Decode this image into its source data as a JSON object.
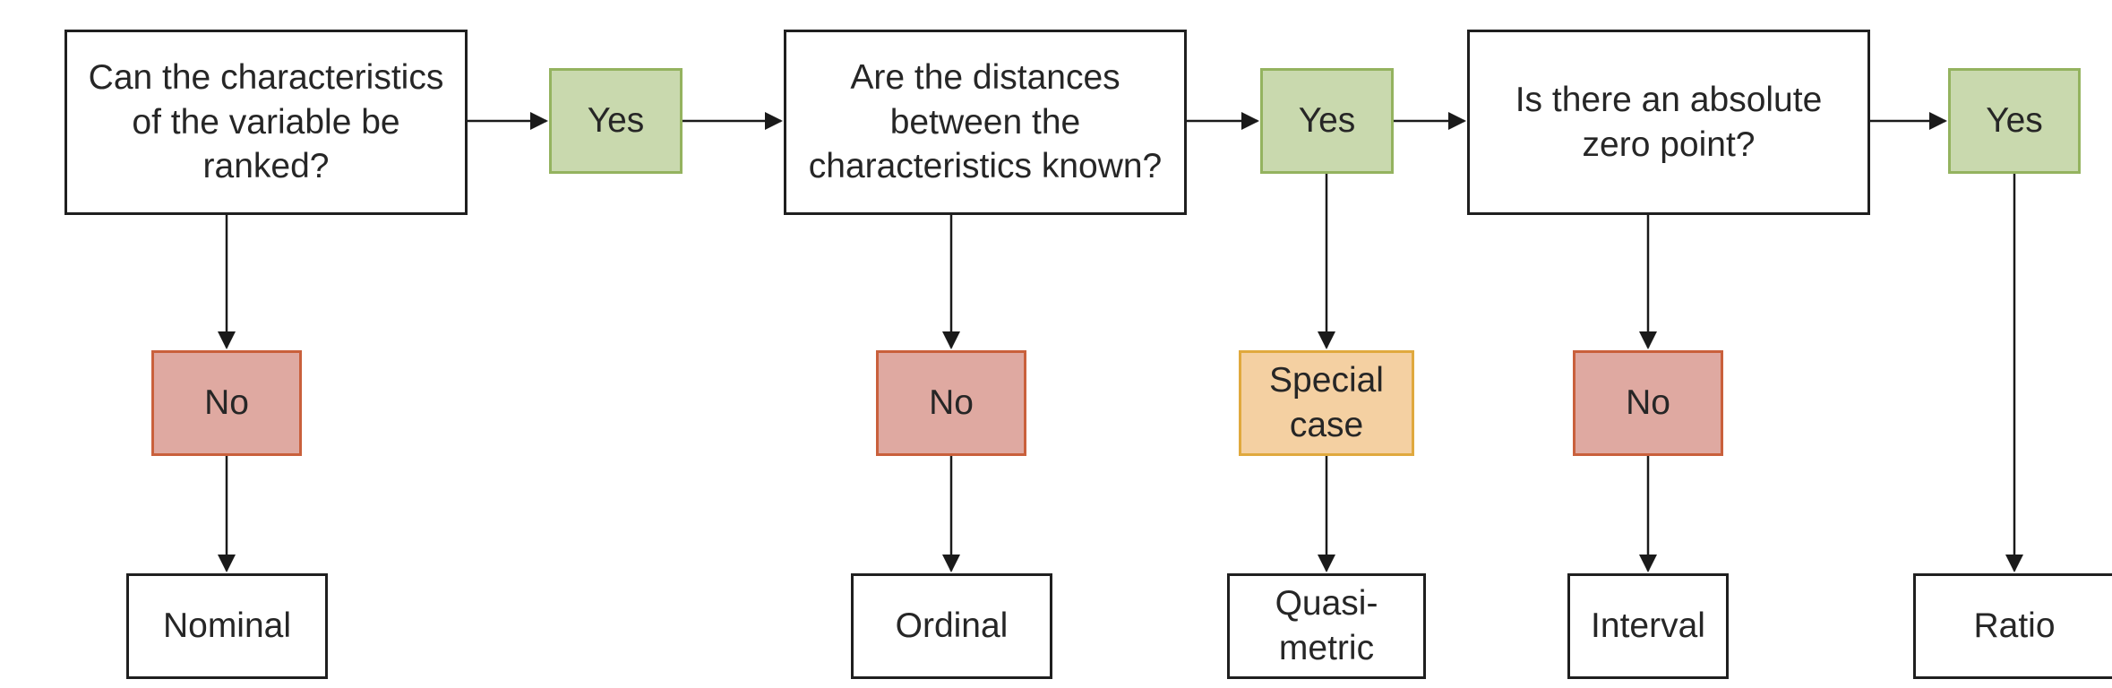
{
  "colors": {
    "yes_fill": "#c9d9ae",
    "yes_border": "#94b35f",
    "no_fill": "#dfa9a1",
    "no_border": "#c9603c",
    "special_fill": "#f4d0a2",
    "special_border": "#e0a93e",
    "box_border": "#1f1f1f",
    "text": "#262626",
    "arrow": "#1a1a1a",
    "bg": "#ffffff"
  },
  "nodes": {
    "question1": {
      "label": "Can the characteristics of the variable be ranked?",
      "type": "question"
    },
    "yes1": {
      "label": "Yes",
      "type": "yes"
    },
    "question2": {
      "label": "Are the distances between the characteristics known?",
      "type": "question"
    },
    "yes2": {
      "label": "Yes",
      "type": "yes"
    },
    "question3": {
      "label": "Is there an absolute zero point?",
      "type": "question"
    },
    "yes3": {
      "label": "Yes",
      "type": "yes"
    },
    "no1": {
      "label": "No",
      "type": "no"
    },
    "no2": {
      "label": "No",
      "type": "no"
    },
    "special_case": {
      "label": "Special case",
      "type": "special"
    },
    "no3": {
      "label": "No",
      "type": "no"
    },
    "nominal": {
      "label": "Nominal",
      "type": "result"
    },
    "ordinal": {
      "label": "Ordinal",
      "type": "result"
    },
    "quasi_metric": {
      "label": "Quasi-metric",
      "type": "result"
    },
    "interval": {
      "label": "Interval",
      "type": "result"
    },
    "ratio": {
      "label": "Ratio",
      "type": "result"
    }
  },
  "edges": [
    {
      "from": "question1",
      "to": "yes1"
    },
    {
      "from": "yes1",
      "to": "question2"
    },
    {
      "from": "question2",
      "to": "yes2"
    },
    {
      "from": "yes2",
      "to": "question3"
    },
    {
      "from": "question3",
      "to": "yes3"
    },
    {
      "from": "question1",
      "to": "no1"
    },
    {
      "from": "no1",
      "to": "nominal"
    },
    {
      "from": "question2",
      "to": "no2"
    },
    {
      "from": "no2",
      "to": "ordinal"
    },
    {
      "from": "yes2",
      "to": "special_case"
    },
    {
      "from": "special_case",
      "to": "quasi_metric"
    },
    {
      "from": "question3",
      "to": "no3"
    },
    {
      "from": "no3",
      "to": "interval"
    },
    {
      "from": "yes3",
      "to": "ratio"
    }
  ]
}
